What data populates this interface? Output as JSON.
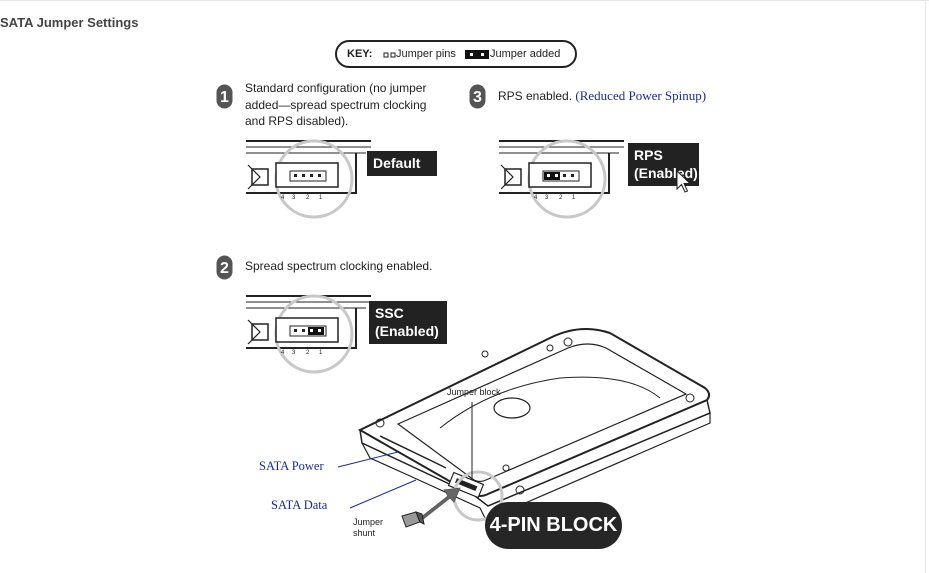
{
  "page": {
    "title": "SATA Jumper Settings"
  },
  "key": {
    "title": "KEY:",
    "pins_label": "Jumper pins",
    "added_label": "Jumper added"
  },
  "steps": [
    {
      "number": "1",
      "text_lines": [
        "Standard configuration (no jumper",
        "added—spread spectrum clocking",
        "and RPS disabled)."
      ],
      "badge_lines": [
        "Default"
      ],
      "pin_labels": [
        "4",
        "3",
        "2",
        "1"
      ]
    },
    {
      "number": "2",
      "text_lines": [
        "Spread spectrum clocking enabled."
      ],
      "badge_lines": [
        "SSC",
        "(Enabled)"
      ],
      "pin_labels": [
        "4",
        "3",
        "2",
        "1"
      ]
    },
    {
      "number": "3",
      "text_lines": [
        "RPS enabled."
      ],
      "note": "(Reduced Power Spinup)",
      "badge_lines": [
        "RPS",
        "(Enabled)"
      ],
      "pin_labels": [
        "4",
        "3",
        "2",
        "1"
      ]
    }
  ],
  "drive": {
    "jumper_block_label": "Jumper block",
    "sata_power_label": "SATA  Power",
    "sata_data_label": "SATA Data",
    "jumper_shunt_label_lines": [
      "Jumper",
      "shunt"
    ],
    "block_pill_label": "4-PIN BLOCK"
  },
  "colors": {
    "annotation_blue": "#1a2a9a",
    "badge_bg": "#222222"
  }
}
